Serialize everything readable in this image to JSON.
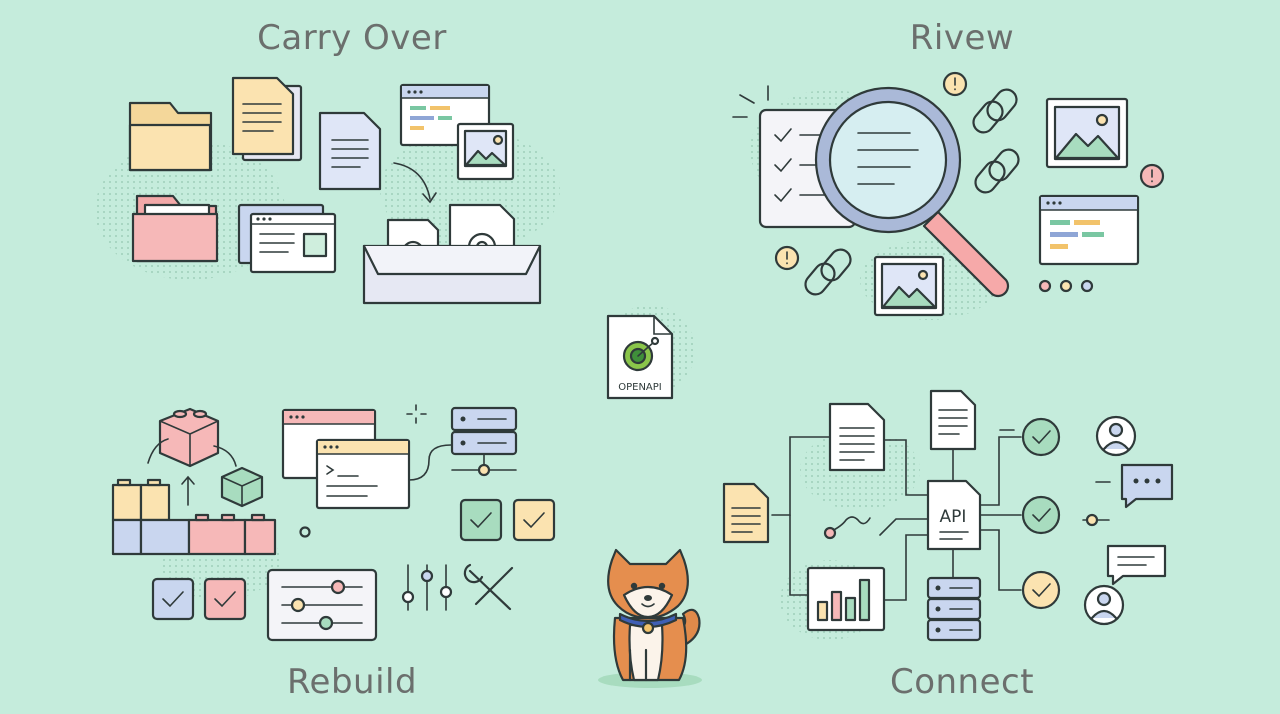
{
  "sections": {
    "carry_over": {
      "title": "Carry Over"
    },
    "review": {
      "title": "Rivew"
    },
    "rebuild": {
      "title": "Rebuild"
    },
    "connect": {
      "title": "Connect"
    }
  },
  "center": {
    "badge_label": "OPENAPI"
  },
  "connect_hub": {
    "label": "API"
  },
  "colors": {
    "background": "#c5ecdc",
    "yellow": "#fbe3b0",
    "pink": "#f6b8b8",
    "blue": "#c9d6ef",
    "green": "#cfeedd",
    "ink": "#2f3a3a"
  }
}
